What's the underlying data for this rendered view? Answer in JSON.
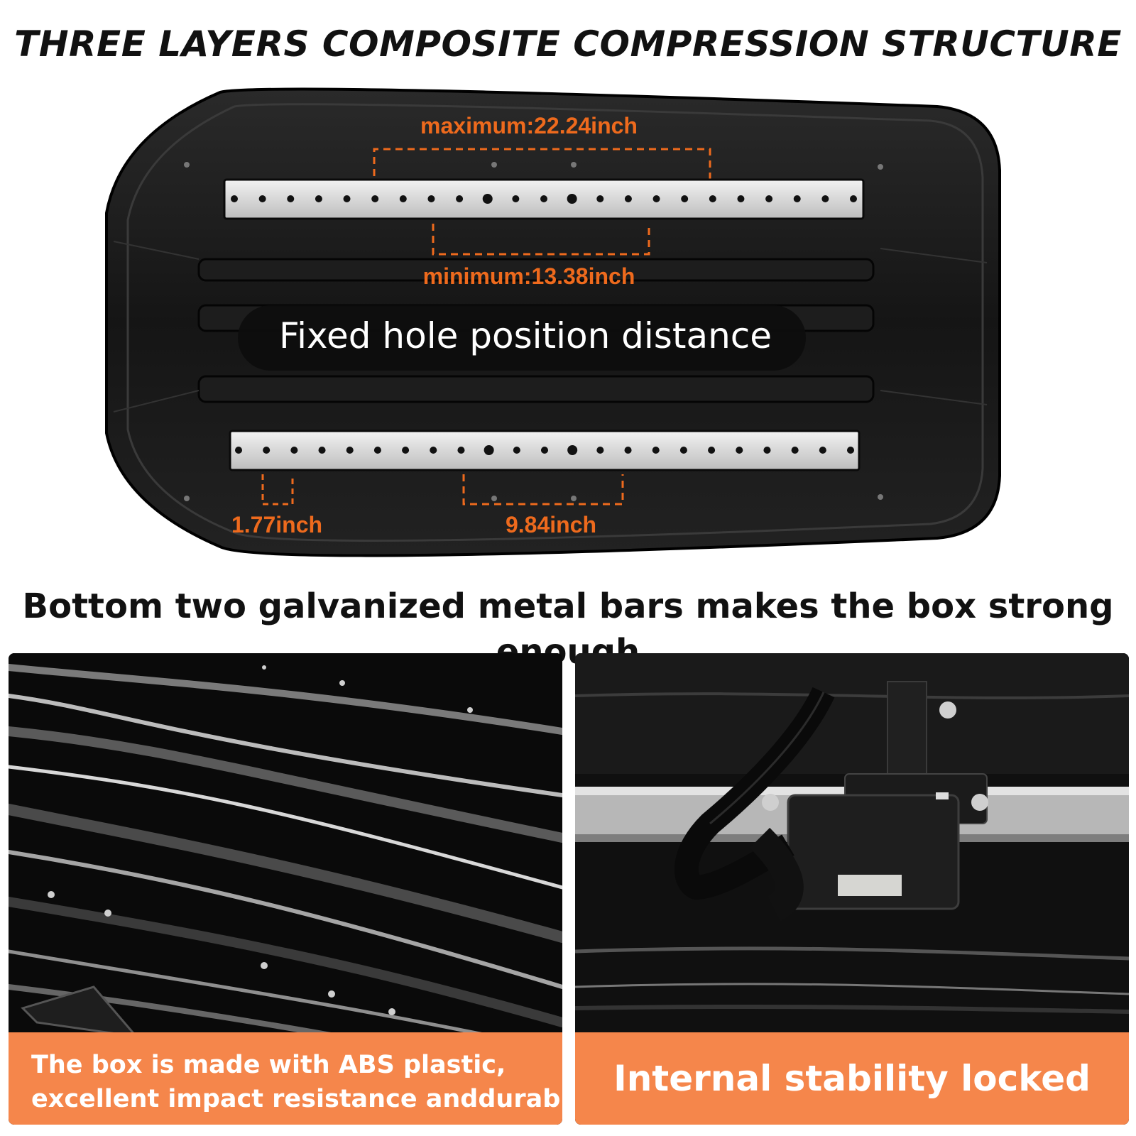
{
  "title": "THREE LAYERS COMPOSITE COMPRESSION STRUCTURE",
  "diagram": {
    "maximum_label": "maximum:22.24inch",
    "minimum_label": "minimum:13.38inch",
    "center_label": "Fixed hole position distance",
    "hole_spacing_label": "1.77inch",
    "mount_spacing_label": "9.84inch"
  },
  "subtitle": "Bottom two galvanized metal bars makes the box strong enough",
  "panels": [
    {
      "caption_line1": "The box is made with ABS plastic,",
      "caption_line2": "excellent impact resistance anddurability"
    },
    {
      "caption": "Internal stability locked"
    }
  ],
  "colors": {
    "accent": "#f5864b",
    "dimension": "#ee6a1d",
    "box": "#141414"
  }
}
